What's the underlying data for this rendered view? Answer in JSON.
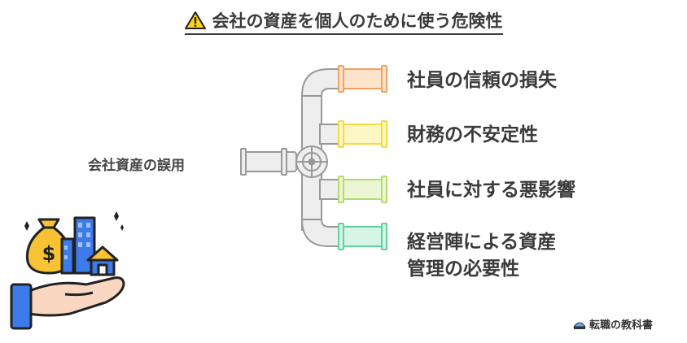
{
  "title": "会社の資産を個人のために使う危険性",
  "input_label": "会社資産の誤用",
  "outcomes": [
    {
      "line1": "社員の信頼の損失",
      "line2": "",
      "color": "#F4A261"
    },
    {
      "line1": "財務の不安定性",
      "line2": "",
      "color": "#F4DC3C"
    },
    {
      "line1": "社員に対する悪影響",
      "line2": "",
      "color": "#B5DB6A"
    },
    {
      "line1": "経営陣による資産",
      "line2": "管理の必要性",
      "color": "#5FD39A"
    }
  ],
  "brand": "転職の教科書",
  "icons": {
    "warning": "warning-icon",
    "brand": "brand-logo-icon",
    "money": "money-bag-icon",
    "hand": "hand-holding-assets-icon"
  },
  "colors": {
    "pipe_fill": "#eeeeee",
    "pipe_stroke": "#999999",
    "warning": "#F7D21E"
  }
}
